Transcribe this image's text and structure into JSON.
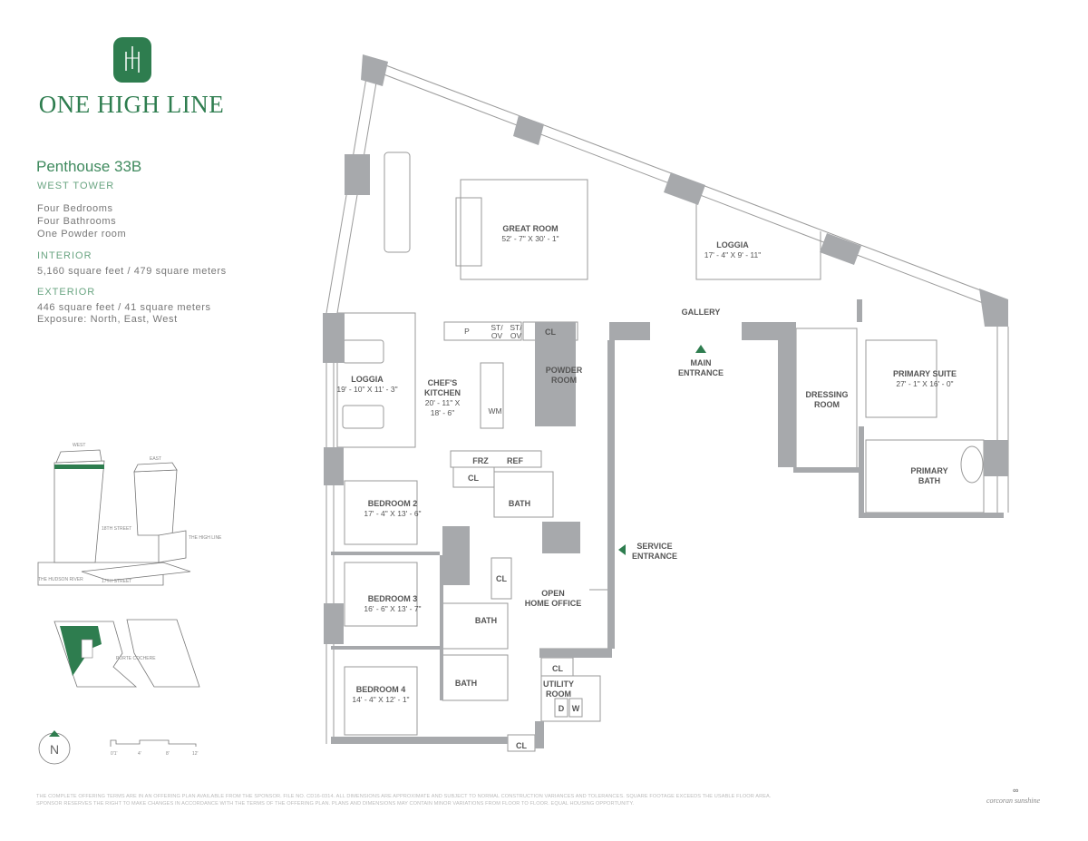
{
  "brand": {
    "name": "ONE HIGH LINE",
    "color": "#2e7d4f",
    "logo_icon": "tower-monogram-icon"
  },
  "unit": {
    "title": "Penthouse 33B",
    "tower": "WEST TOWER",
    "features": [
      "Four Bedrooms",
      "Four Bathrooms",
      "One Powder room"
    ],
    "interior_label": "INTERIOR",
    "interior_value": "5,160 square feet / 479 square meters",
    "exterior_label": "EXTERIOR",
    "exterior_value": "446 square feet / 41 square meters",
    "exposure": "Exposure: North, East, West"
  },
  "key_plan": {
    "west": "WEST",
    "east": "EAST",
    "street_north": "18TH STREET",
    "high_line": "THE HIGH LINE",
    "hudson": "THE HUDSON RIVER",
    "street_south": "17TH STREET",
    "porte_cochere": "PORTE COCHERE"
  },
  "compass": {
    "label": "N"
  },
  "scale": {
    "ticks": [
      "0'1'",
      "4'",
      "8'",
      "12'"
    ]
  },
  "rooms": {
    "great_room": {
      "name": "GREAT ROOM",
      "dims": "52' - 7\" X 30' - 1\""
    },
    "loggia_east": {
      "name": "LOGGIA",
      "dims": "17' - 4\" X 9' - 11\""
    },
    "gallery": {
      "name": "GALLERY"
    },
    "main_entrance": {
      "line1": "MAIN",
      "line2": "ENTRANCE"
    },
    "loggia_west": {
      "name": "LOGGIA",
      "dims": "19' - 10\" X 11' - 3\""
    },
    "kitchen": {
      "line1": "CHEF'S",
      "line2": "KITCHEN",
      "dims1": "20' - 11\" X",
      "dims2": "18' - 6\""
    },
    "pantry": "P",
    "st_ov_1": "ST/",
    "st_ov_1b": "OV",
    "st_ov_2": "ST/",
    "st_ov_2b": "OV",
    "cl_kitchen": "CL",
    "powder": {
      "line1": "POWDER",
      "line2": "ROOM"
    },
    "wm": "WM",
    "dressing": {
      "line1": "DRESSING",
      "line2": "ROOM"
    },
    "primary_suite": {
      "name": "PRIMARY SUITE",
      "dims": "27' - 1\" X 16' - 0\""
    },
    "primary_bath": {
      "line1": "PRIMARY",
      "line2": "BATH"
    },
    "frz": "FRZ",
    "ref": "REF",
    "cl_b2": "CL",
    "bath_b2": "BATH",
    "bedroom2": {
      "name": "BEDROOM 2",
      "dims": "17' - 4\" X 13' - 6\""
    },
    "service_entrance": {
      "line1": "SERVICE",
      "line2": "ENTRANCE"
    },
    "cl_hall": "CL",
    "office": {
      "line1": "OPEN",
      "line2": "HOME OFFICE"
    },
    "bedroom3": {
      "name": "BEDROOM 3",
      "dims": "16' - 6\" X 13' - 7\""
    },
    "bath_b3": "BATH",
    "bath_b4": "BATH",
    "cl_utility": "CL",
    "utility": {
      "line1": "UTILITY",
      "line2": "ROOM",
      "dryer": "D",
      "washer": "W"
    },
    "bedroom4": {
      "name": "BEDROOM 4",
      "dims": "14' - 4\" X 12' - 1\""
    },
    "cl_b4": "CL"
  },
  "colors": {
    "accent": "#2e7d4f",
    "wall": "#a7a9ac",
    "line": "#9a9a9a"
  },
  "disclaimer": "THE COMPLETE OFFERING TERMS ARE IN AN OFFERING PLAN AVAILABLE FROM THE SPONSOR. FILE NO. CD16-0314. ALL DIMENSIONS ARE APPROXIMATE AND SUBJECT TO NORMAL CONSTRUCTION VARIANCES AND TOLERANCES. SQUARE FOOTAGE EXCEEDS THE USABLE FLOOR AREA. SPONSOR RESERVES THE RIGHT TO MAKE CHANGES IN ACCORDANCE WITH THE TERMS OF THE OFFERING PLAN. PLANS AND DIMENSIONS MAY CONTAIN MINOR VARIATIONS FROM FLOOR TO FLOOR. EQUAL HOUSING OPPORTUNITY.",
  "agency": "corcoran sunshine"
}
